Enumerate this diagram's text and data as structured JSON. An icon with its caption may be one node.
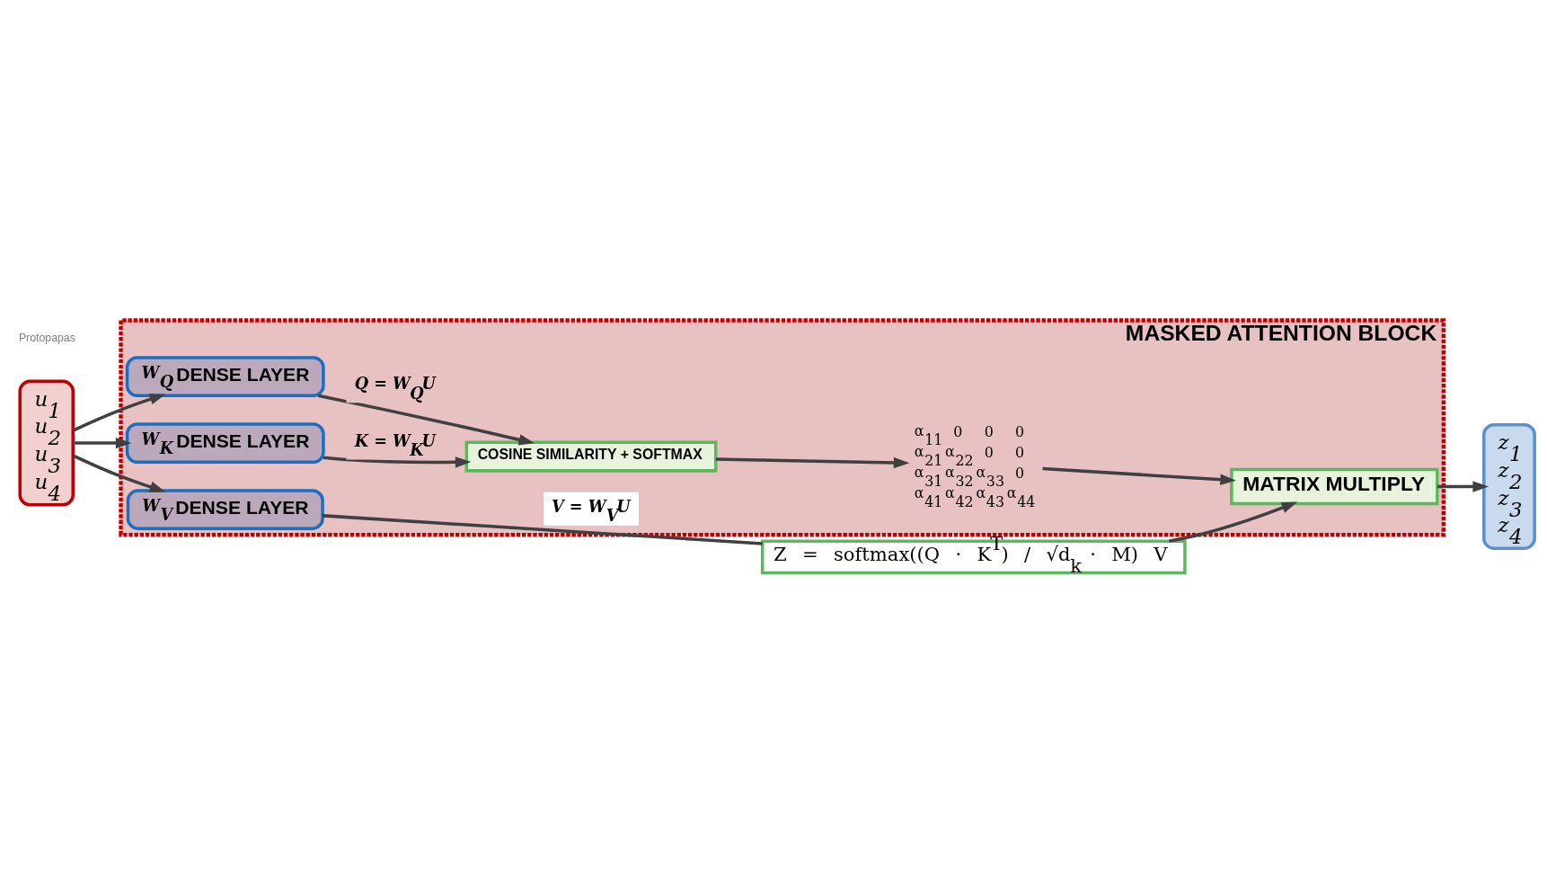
{
  "diagram": {
    "nodes": [
      {
        "text": [
          "MASKED ATTENTION BLOCK"
        ]
      },
      {
        "text": [
          "u$_{1}$ u$_{2}$ u$_{3}$ u$_{4}$"
        ]
      },
      {
        "text": [
          "W$_{Q}$",
          "DENSE LAYER"
        ],
        "in": 0
      },
      {
        "text": [
          "W$_{K}$",
          "DENSE LAYER"
        ],
        "in": 0
      },
      {
        "text": [
          "W$_{V}$",
          "DENSE LAYER"
        ],
        "in": 0
      },
      {
        "text": [
          "COSINE SIMILARITY + SOFTMAX"
        ],
        "in": 0
      },
      {
        "text": [
          "α$_{11}$ 0 0 0 α$_{21}$ α$_{22}$ 0 0 α$_{31}$ α$_{32}$ α$_{33}$ 0 α$_{41}$ α$_{42}$ α$_{43}$ α$_{44}$"
        ],
        "in": 0
      },
      {
        "text": [
          "MATRIX MULTIPLY"
        ],
        "in": 0
      },
      {
        "text": [
          "Z = softmax((Q · K$^{T}$) / √d$_{k}$ · M) V"
        ]
      },
      {
        "text": [
          "z$_{1}$ z$_{2}$ z$_{3}$ z$_{4}$"
        ]
      }
    ],
    "edges": [
      {
        "from": 1,
        "to": 2,
        "arrow": "to"
      },
      {
        "from": 1,
        "to": 3,
        "arrow": "to"
      },
      {
        "from": 1,
        "to": 4,
        "arrow": "to"
      },
      {
        "from": 2,
        "to": 5,
        "arrow": "to",
        "label": "Q = W$_{Q}$U"
      },
      {
        "from": 3,
        "to": 5,
        "arrow": "to",
        "label": "K = W$_{K}$U"
      },
      {
        "from": 4,
        "to": 8,
        "arrow": "none",
        "label": "V = W$_{V}$U"
      },
      {
        "from": 5,
        "to": 6,
        "arrow": "to"
      },
      {
        "from": 6,
        "to": 7,
        "arrow": "to"
      },
      {
        "from": 8,
        "to": 7,
        "arrow": "to"
      },
      {
        "from": 7,
        "to": 9,
        "arrow": "to"
      }
    ],
    "labels": [
      "Protopapas"
    ]
  }
}
